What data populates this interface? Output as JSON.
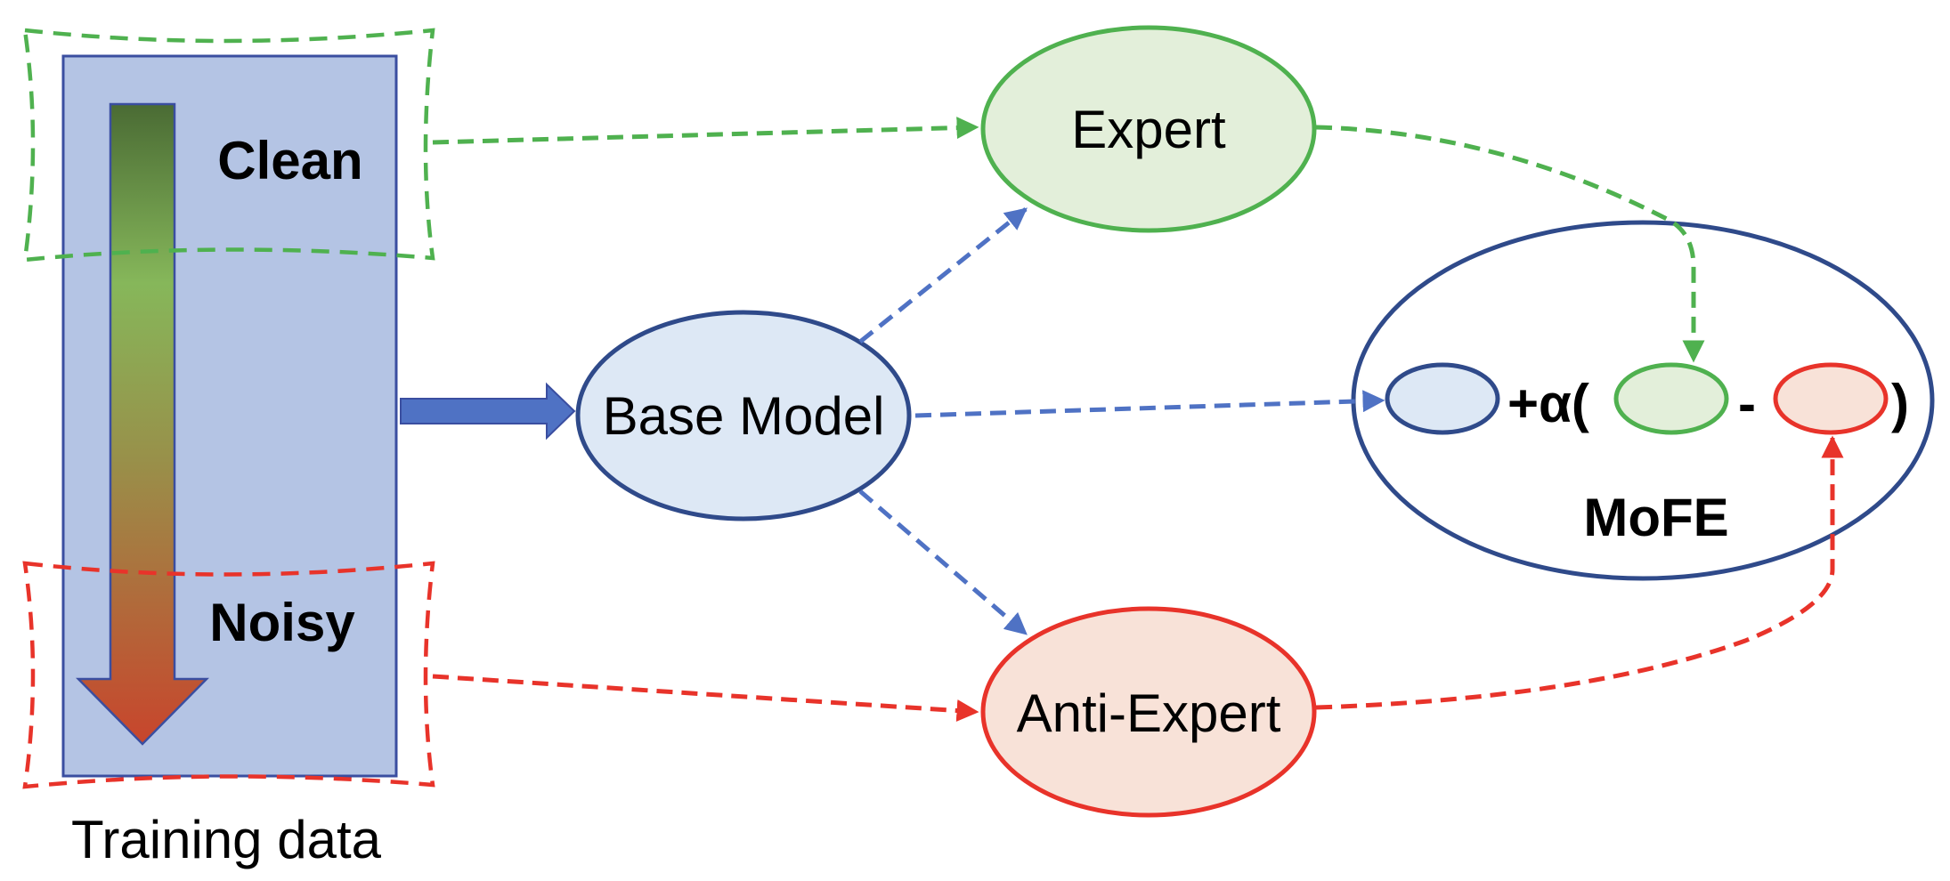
{
  "training_data": {
    "clean_label": "Clean",
    "noisy_label": "Noisy",
    "caption": "Training data"
  },
  "nodes": {
    "base_model": "Base Model",
    "expert": "Expert",
    "anti_expert": "Anti-Expert"
  },
  "mofe": {
    "label": "MoFE",
    "plus_alpha": "+α(",
    "minus": "-",
    "close_paren": ")"
  },
  "colors": {
    "panel_fill": "#b4c4e4",
    "panel_stroke": "#3a4ea0",
    "gradient_top": "#4a6b34",
    "gradient_mid": "#86b75a",
    "gradient_bottom": "#c8452c",
    "blue_arrow": "#4f72c4",
    "navy": "#2f4a8a",
    "base_fill": "#dde8f5",
    "green": "#4fb14f",
    "expert_fill": "#e3efda",
    "red": "#e8332a",
    "anti_fill": "#f8e2d8"
  }
}
